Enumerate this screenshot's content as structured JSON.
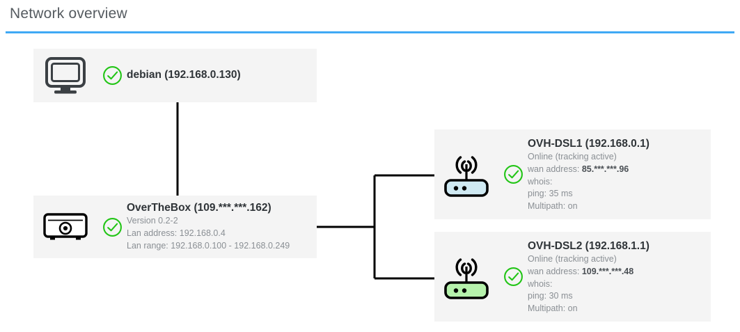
{
  "header": {
    "title": "Network overview",
    "rule_color": "#3fa9f5"
  },
  "colors": {
    "card_background": "#f4f4f4",
    "status_ok": "#22c516",
    "router_wan1_body": "#cfe9f2",
    "router_wan2_body": "#b6f2ac",
    "icon_stroke": "#3b4044",
    "title_text": "#2f3438",
    "detail_text": "#8a8f94"
  },
  "nodes": {
    "client": {
      "icon": "desktop-monitor-icon",
      "status_icon": "check-circle-icon",
      "title": "debian (192.168.0.130)",
      "details": []
    },
    "box": {
      "icon": "set-top-box-icon",
      "status_icon": "check-circle-icon",
      "title": "OverTheBox (109.***.***.162)",
      "details": [
        {
          "label": "Version 0.2-2",
          "value": ""
        },
        {
          "label": "Lan address: 192.168.0.4",
          "value": ""
        },
        {
          "label": "Lan range: 192.168.0.100 - 192.168.0.249",
          "value": ""
        }
      ]
    },
    "wan1": {
      "icon": "wifi-router-icon",
      "status_icon": "check-circle-icon",
      "title": "OVH-DSL1 (192.168.0.1)",
      "details": [
        {
          "label": "Online (tracking active)",
          "value": ""
        },
        {
          "label": "wan address: ",
          "value": "85.***.***.96"
        },
        {
          "label": "whois:",
          "value": ""
        },
        {
          "label": "ping: 35 ms",
          "value": ""
        },
        {
          "label": "Multipath: on",
          "value": ""
        }
      ]
    },
    "wan2": {
      "icon": "wifi-router-icon",
      "status_icon": "check-circle-icon",
      "title": "OVH-DSL2 (192.168.1.1)",
      "details": [
        {
          "label": "Online (tracking active)",
          "value": ""
        },
        {
          "label": "wan address: ",
          "value": "109.***.***.48"
        },
        {
          "label": "whois:",
          "value": ""
        },
        {
          "label": "ping: 30 ms",
          "value": ""
        },
        {
          "label": "Multipath: on",
          "value": ""
        }
      ]
    }
  }
}
